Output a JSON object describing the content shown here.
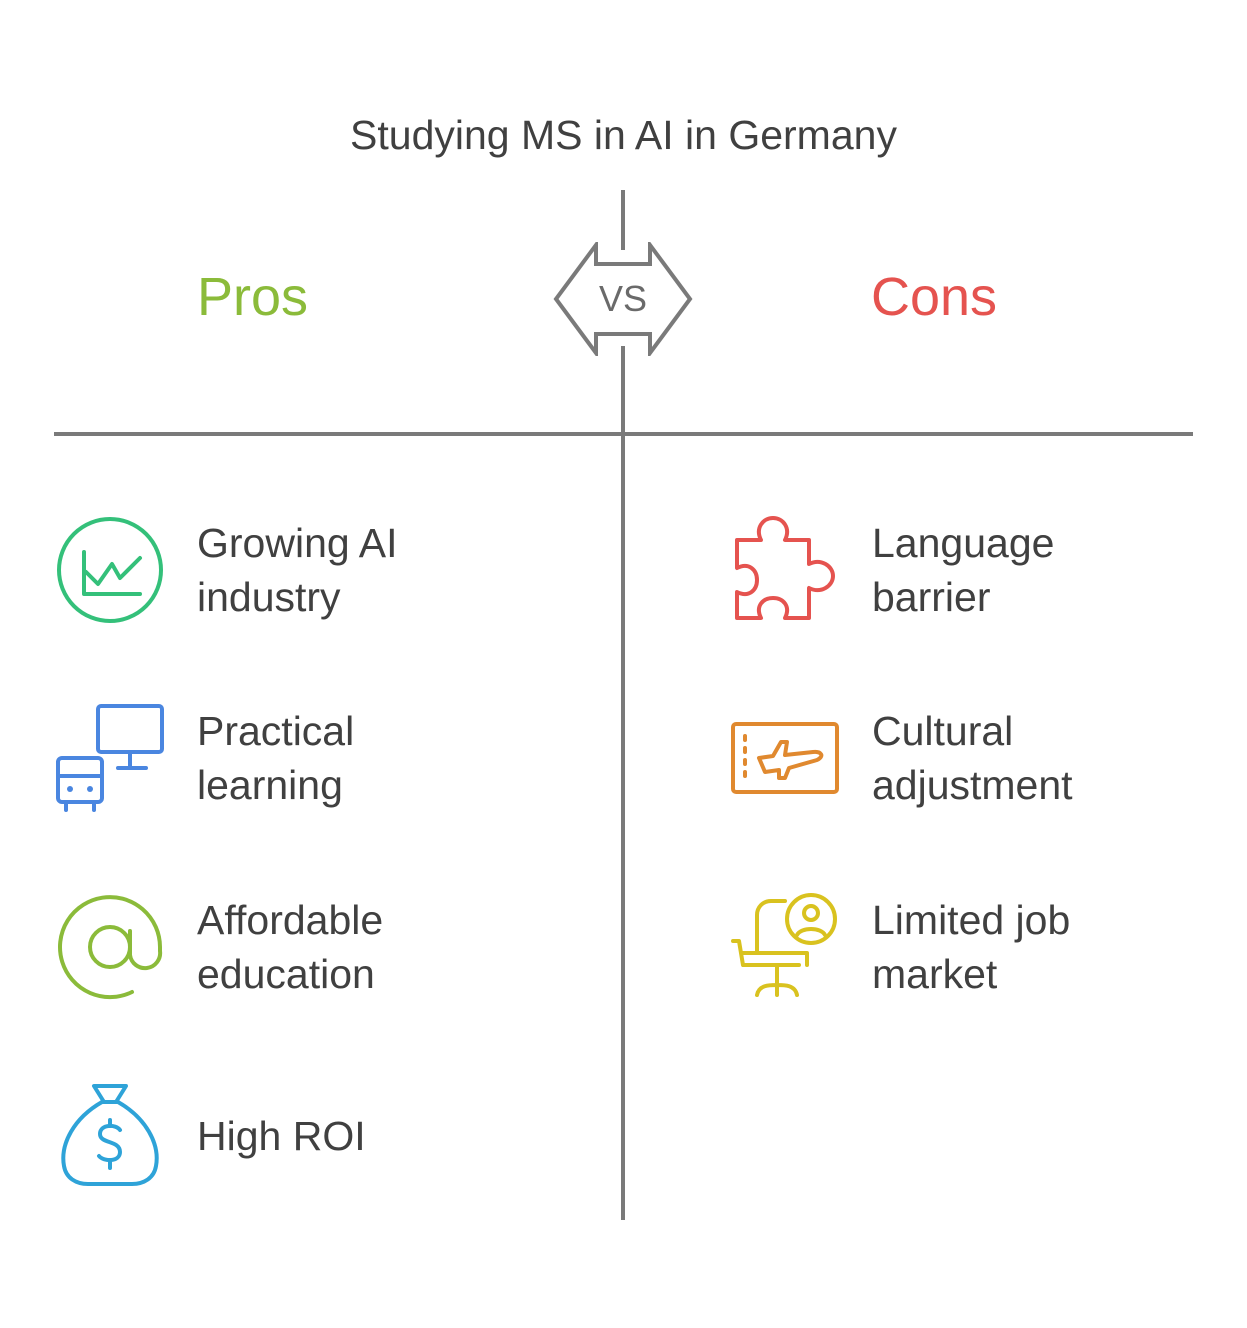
{
  "title": "Studying MS in AI in Germany",
  "vs_label": "VS",
  "pros": {
    "heading": "Pros",
    "heading_color": "#8bbb3a",
    "items": [
      {
        "label": "Growing AI\nindustry",
        "icon": "chart-trend-icon",
        "color": "#34c07a"
      },
      {
        "label": "Practical\nlearning",
        "icon": "computer-bus-icon",
        "color": "#4a86e0"
      },
      {
        "label": "Affordable\neducation",
        "icon": "at-sign-icon",
        "color": "#8bbb3a"
      },
      {
        "label": "High ROI",
        "icon": "money-bag-icon",
        "color": "#2ea3d8"
      }
    ]
  },
  "cons": {
    "heading": "Cons",
    "heading_color": "#e5534f",
    "items": [
      {
        "label": "Language\nbarrier",
        "icon": "puzzle-icon",
        "color": "#e5534f"
      },
      {
        "label": "Cultural\nadjustment",
        "icon": "airplane-ticket-icon",
        "color": "#e0892f"
      },
      {
        "label": "Limited job\nmarket",
        "icon": "chair-person-icon",
        "color": "#d9c21f"
      }
    ]
  }
}
